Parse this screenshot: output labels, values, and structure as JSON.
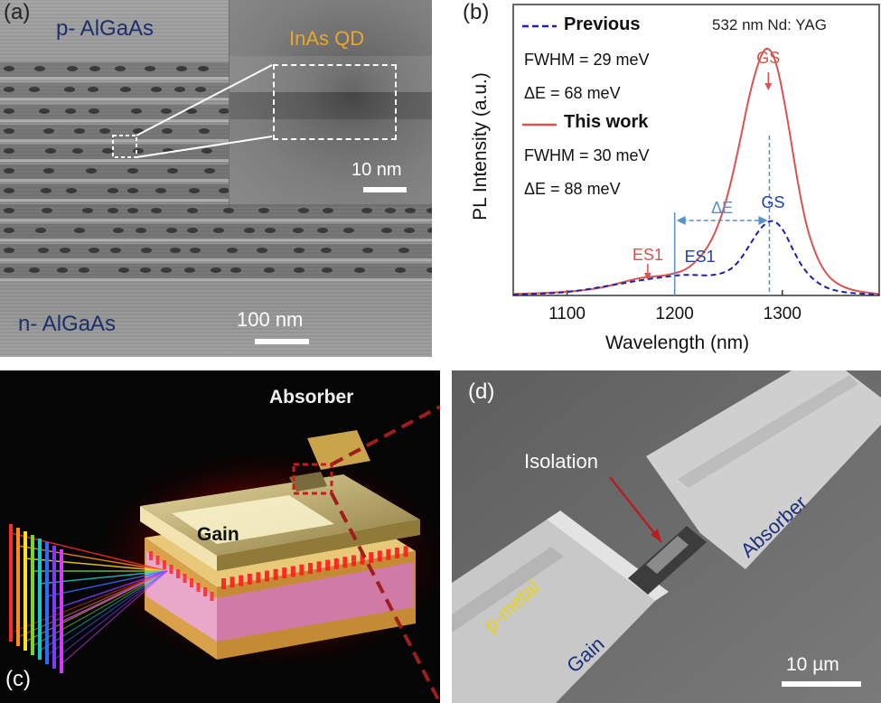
{
  "panel_a": {
    "label": "(a)",
    "top_layer": "p- AlGaAs",
    "bottom_layer": "n- AlGaAs",
    "inset_title": "InAs QD",
    "inset_scale": "10 nm",
    "main_scale": "100 nm"
  },
  "panel_b": {
    "label": "(b)",
    "excitation": "532 nm Nd: YAG",
    "legend": {
      "previous": "Previous",
      "previous_fwhm": "FWHM = 29 meV",
      "previous_de": "ΔE =  68 meV",
      "this_work": "This work",
      "this_fwhm": "FWHM = 30 meV",
      "this_de": "ΔE = 88 meV"
    },
    "annotations": {
      "gs_red": "GS",
      "gs_blue": "GS",
      "es1_red": "ES1",
      "es1_blue": "ES1",
      "delta_e": "ΔE"
    },
    "colors": {
      "this_work": "#d9534f",
      "previous": "#1f1fa8",
      "arrow": "#5b8fc9"
    }
  },
  "chart_data": {
    "type": "line",
    "xlabel": "Wavelength (nm)",
    "ylabel": "PL Intensity (a.u.)",
    "xlim": [
      1050,
      1390
    ],
    "ylim": [
      0,
      1.0
    ],
    "xticks": [
      "1100",
      "1200",
      "1300"
    ],
    "series": [
      {
        "name": "This work",
        "x": [
          1050,
          1100,
          1130,
          1150,
          1165,
          1175,
          1190,
          1200,
          1210,
          1220,
          1230,
          1240,
          1250,
          1260,
          1270,
          1280,
          1287,
          1295,
          1305,
          1315,
          1325,
          1340,
          1360,
          1390
        ],
        "y": [
          0.005,
          0.012,
          0.025,
          0.045,
          0.06,
          0.065,
          0.07,
          0.078,
          0.09,
          0.12,
          0.165,
          0.24,
          0.36,
          0.53,
          0.72,
          0.85,
          0.88,
          0.82,
          0.62,
          0.38,
          0.2,
          0.07,
          0.02,
          0.005
        ]
      },
      {
        "name": "Previous",
        "x": [
          1050,
          1100,
          1140,
          1170,
          1190,
          1200,
          1210,
          1220,
          1235,
          1250,
          1260,
          1270,
          1280,
          1290,
          1300,
          1310,
          1320,
          1335,
          1355,
          1390
        ],
        "y": [
          0.003,
          0.01,
          0.035,
          0.055,
          0.065,
          0.07,
          0.073,
          0.072,
          0.07,
          0.085,
          0.12,
          0.18,
          0.24,
          0.27,
          0.24,
          0.16,
          0.09,
          0.035,
          0.01,
          0.003
        ]
      }
    ],
    "markers": {
      "gs_this_work_x": 1287,
      "gs_previous_x": 1288,
      "es1_this_work_x": 1175,
      "es1_previous_x": 1200
    }
  },
  "panel_c": {
    "label": "(c)",
    "absorber": "Absorber",
    "gain": "Gain"
  },
  "panel_d": {
    "label": "(d)",
    "isolation": "Isolation",
    "absorber": "Absorber",
    "p_metal": "p-metal",
    "gain": "Gain",
    "scale": "10 µm"
  }
}
